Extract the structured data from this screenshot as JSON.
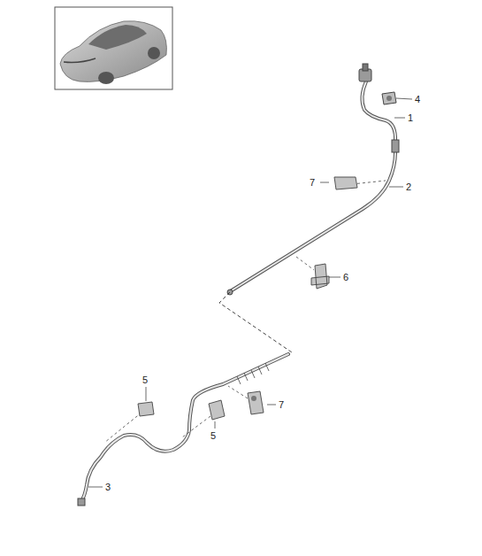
{
  "diagram": {
    "labels": [
      "4",
      "1",
      "7",
      "2",
      "6",
      "5",
      "7",
      "5",
      "3"
    ]
  }
}
